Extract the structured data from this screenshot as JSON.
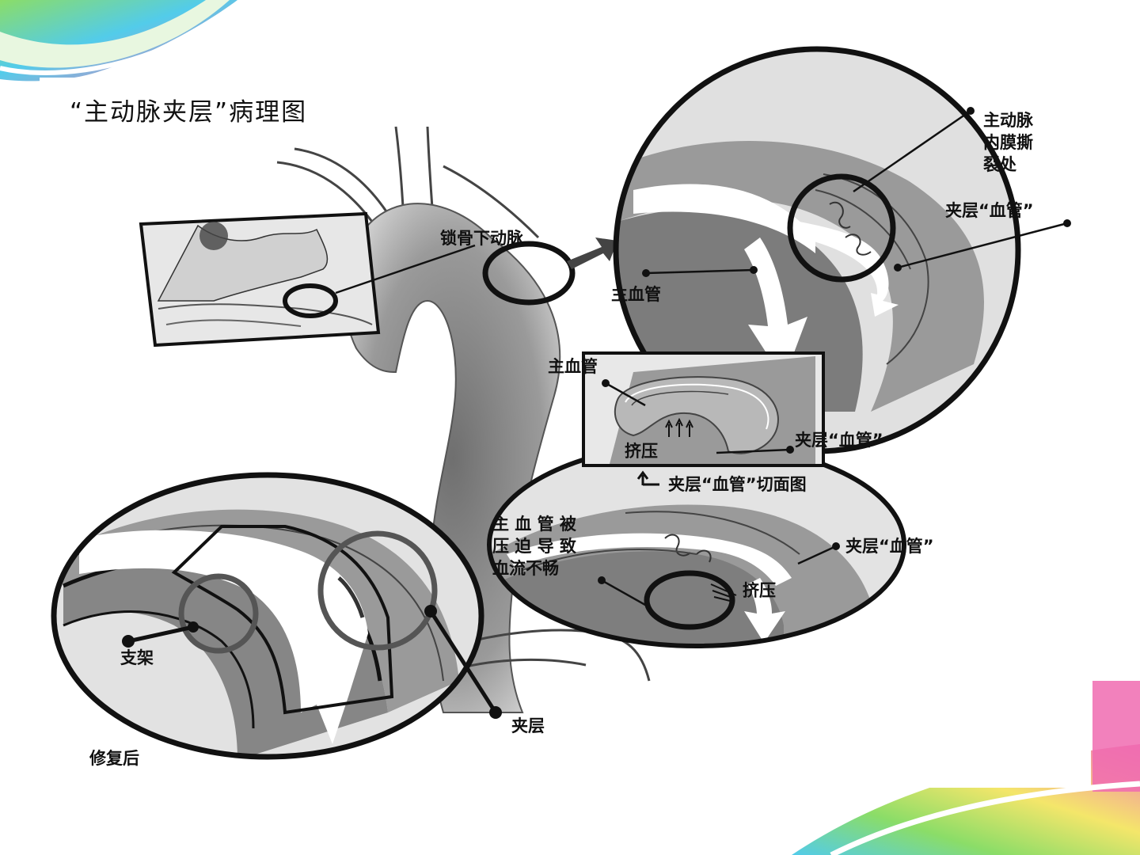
{
  "title": "“主动脉夹层”病理图",
  "labels": {
    "subclavian": "锁骨下动脉",
    "tear_line1": "主动脉",
    "tear_line2": "内膜撕",
    "tear_line3": "裂处",
    "false_lumen_top": "夹层“血管”",
    "main_vessel_top": "主血管",
    "main_vessel_box": "主血管",
    "squeeze_box": "挤压",
    "false_lumen_box": "夹层“血管”",
    "section_caption": "夹层“血管”切面图",
    "compress_line1": "主 血 管 被",
    "compress_line2": "压 迫 导 致",
    "compress_line3": "血流不畅",
    "false_lumen_mid": "夹层“血管”",
    "squeeze_mid": "挤压",
    "stent": "支架",
    "dissection": "夹层",
    "after_repair": "修复后"
  },
  "icons": {
    "caption_arrow": "return-arrow-icon"
  },
  "colors": {
    "vessel_fill": "#8a8a8a",
    "ring": "#111111",
    "grey_ring": "#555555",
    "swoosh_green": "#7ed957",
    "swoosh_pink": "#f06bb0",
    "swoosh_cyan": "#3fc6e8"
  }
}
